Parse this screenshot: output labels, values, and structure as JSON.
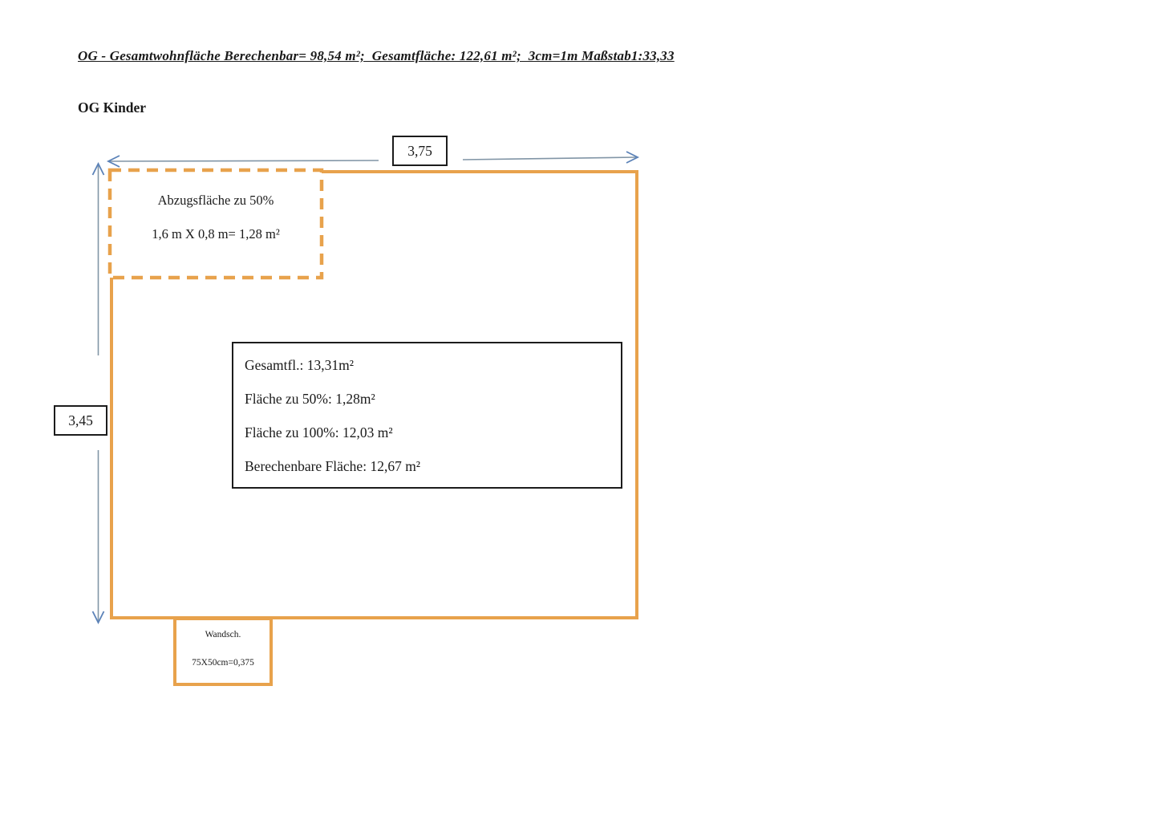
{
  "title": "OG - Gesamtwohnfläche Berechenbar= 98,54 m²;  Gesamtfläche: 122,61 m²;  3cm=1m Maßstab1:33,33",
  "section_heading": "OG Kinder",
  "dimensions": {
    "width_label": "3,75",
    "height_label": "3,45"
  },
  "deduction_box": {
    "line1": "Abzugsfläche zu 50%",
    "line2": "1,6 m X 0,8 m= 1,28 m²"
  },
  "area_box": {
    "lines": [
      "Gesamtfl.: 13,31m²",
      "Fläche zu 50%: 1,28m²",
      "Fläche zu 100%: 12,03 m²",
      "Berechenbare Fläche: 12,67 m²"
    ]
  },
  "wall_cabinet_box": {
    "line1": "Wandsch.",
    "line2": "75X50cm=0,375"
  },
  "colors": {
    "wall_orange": "#e8a24c",
    "dimension_line_blue": "#8195a6",
    "arrowhead_blue": "#5b82b8",
    "text_black": "#1a1a1a"
  }
}
